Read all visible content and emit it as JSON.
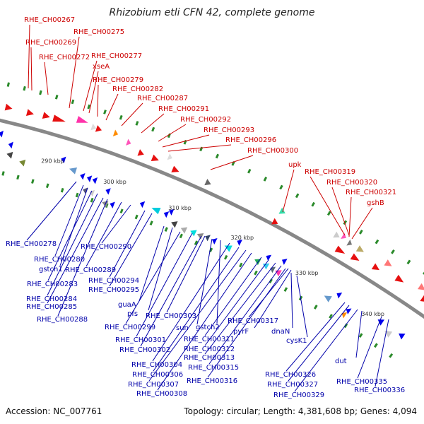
{
  "title": "Rhizobium etli CFN 42, complete genome",
  "footer": {
    "accession": "Accession: NC_007761",
    "topology": "Topology: circular; Length: 4,381,608 bp; Genes: 4,094"
  },
  "colors": {
    "forward_label": "#cc0000",
    "reverse_label": "#0000aa",
    "backbone": "#888888",
    "tick": "#2a8a2a"
  },
  "ticks": [
    "290 kbp",
    "300 kbp",
    "310 kbp",
    "320 kbp",
    "330 kbp",
    "340 kbp"
  ],
  "top_labels": [
    "RHE_CH00267",
    "RHE_CH00269",
    "RHE_CH00272",
    "RHE_CH00275",
    "RHE_CH00277",
    "xseA",
    "RHE_CH00279",
    "RHE_CH00282",
    "RHE_CH00287",
    "RHE_CH00291",
    "RHE_CH00292",
    "RHE_CH00293",
    "RHE_CH00296",
    "RHE_CH00300",
    "upk",
    "RHE_CH00319",
    "RHE_CH00320",
    "RHE_CH00321",
    "gshB"
  ],
  "bottom_labels": [
    "RHE_CH00278",
    "RHE_CH00280",
    "gstch1",
    "RHE_CH00283",
    "RHE_CH00284",
    "RHE_CH00285",
    "RHE_CH00288",
    "RHE_CH00290",
    "RHE_CH00289",
    "RHE_CH00294",
    "RHE_CH00295",
    "guaA",
    "pfs",
    "RHE_CH00299",
    "RHE_CH00301",
    "RHE_CH00302",
    "RHE_CH00303",
    "sun",
    "gstch2",
    "RHE_CH00304",
    "RHE_CH00306",
    "RHE_CH00307",
    "RHE_CH00308",
    "RHE_CH00311",
    "RHE_CH00312",
    "RHE_CH00313",
    "RHE_CH00315",
    "RHE_CH00316",
    "RHE_CH00317",
    "pyrF",
    "dnaN",
    "cysK1",
    "RHE_CH00326",
    "RHE_CH00327",
    "RHE_CH00329",
    "dut",
    "RHE_CH00335",
    "RHE_CH00336"
  ]
}
